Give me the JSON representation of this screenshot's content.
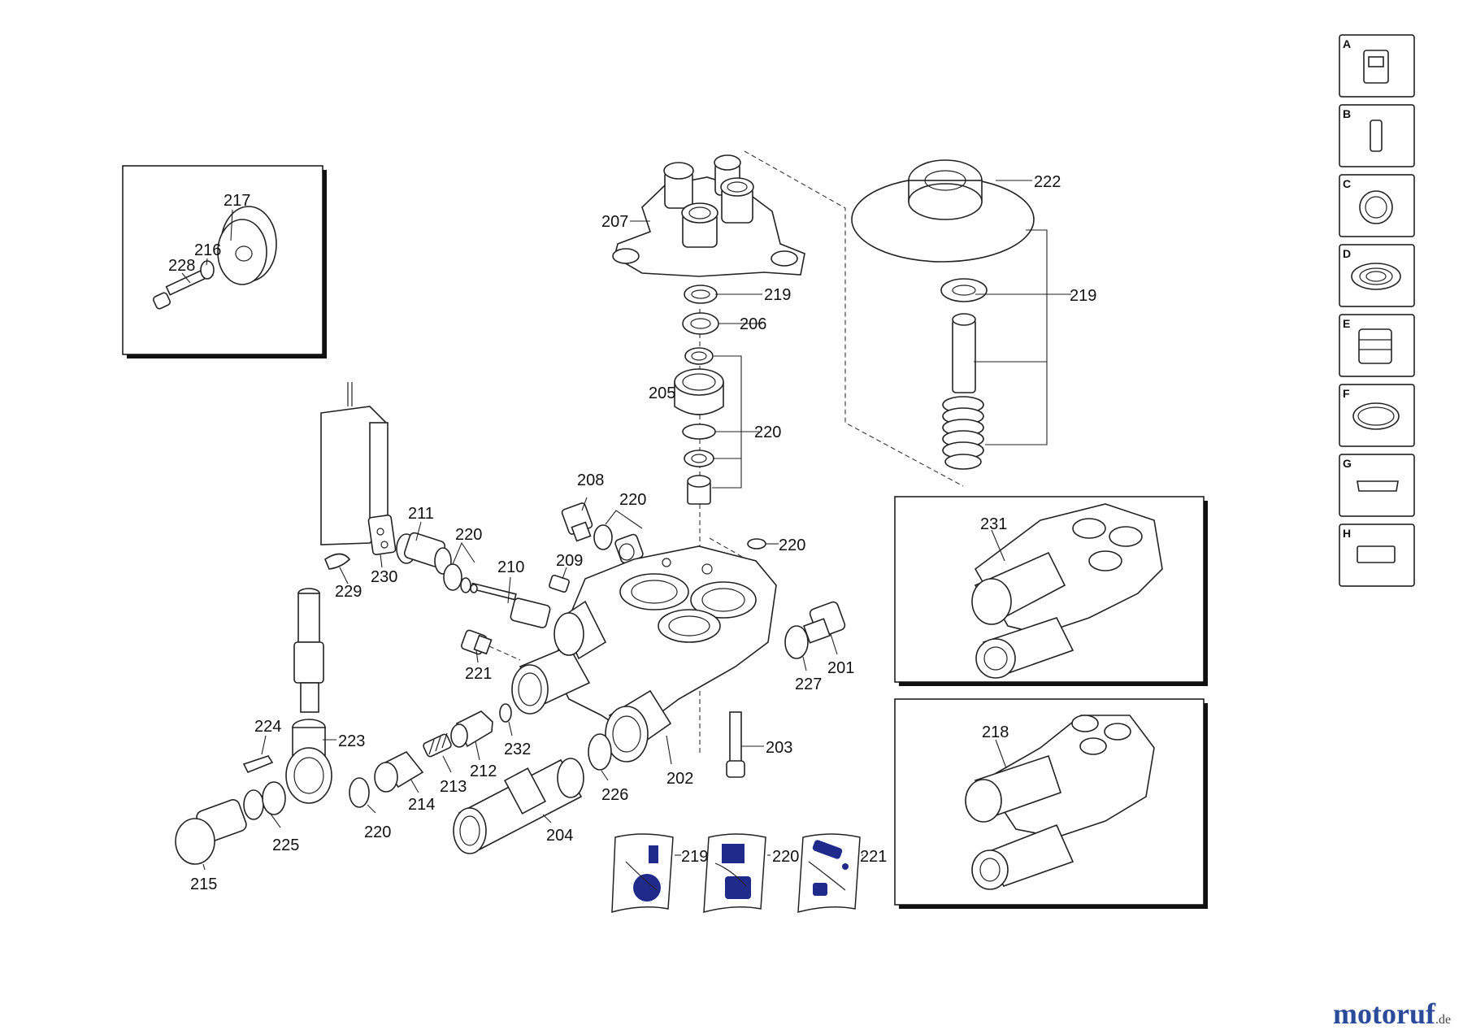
{
  "callouts": {
    "c217": "217",
    "c216": "216",
    "c228": "228",
    "c207": "207",
    "c219a": "219",
    "c206": "206",
    "c205": "205",
    "c220a": "220",
    "c222": "222",
    "c219b": "219",
    "c208": "208",
    "c220b": "220",
    "c220c": "220",
    "c211": "211",
    "c220d": "220",
    "c210": "210",
    "c209": "209",
    "c229": "229",
    "c230": "230",
    "c221": "221",
    "c201": "201",
    "c227": "227",
    "c203": "203",
    "c202": "202",
    "c224": "224",
    "c223": "223",
    "c232": "232",
    "c212": "212",
    "c213": "213",
    "c214": "214",
    "c226": "226",
    "c204": "204",
    "c225": "225",
    "c215": "215",
    "c220e": "220",
    "c231": "231",
    "c218": "218",
    "kit219": "219",
    "kit220": "220",
    "kit221": "221"
  },
  "sidebar": {
    "items": [
      {
        "letter": "A",
        "icon": "nozzle-icon"
      },
      {
        "letter": "B",
        "icon": "pin-icon"
      },
      {
        "letter": "C",
        "icon": "ring-icon"
      },
      {
        "letter": "D",
        "icon": "seal-icon"
      },
      {
        "letter": "E",
        "icon": "valve-icon"
      },
      {
        "letter": "F",
        "icon": "oring-icon"
      },
      {
        "letter": "G",
        "icon": "key-icon"
      },
      {
        "letter": "H",
        "icon": "block-icon"
      }
    ]
  },
  "watermark": {
    "main": "motoruf",
    "suffix": ".de"
  },
  "colors": {
    "line": "#222222",
    "kit_blue": "#1f2a8a",
    "brand": "#2a4a9a"
  }
}
